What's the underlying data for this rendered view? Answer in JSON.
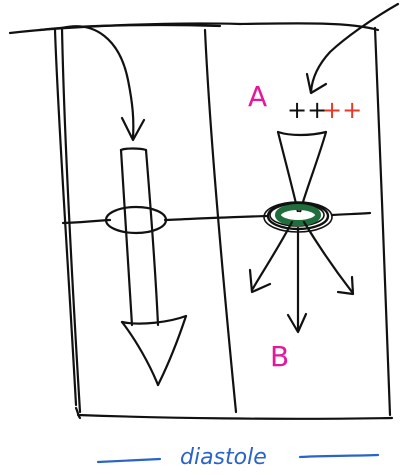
{
  "colors": {
    "ink": "#111111",
    "label_pink": "#e6189a",
    "plus_red": "#e23b2a",
    "caption_blue": "#2a64c9",
    "valve_green": "#1f6e3c"
  },
  "labels": {
    "a": "A",
    "b": "B",
    "plus_black": "++",
    "plus_red": "++",
    "caption": "diastole"
  }
}
